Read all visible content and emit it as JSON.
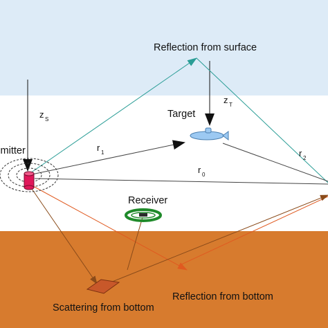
{
  "colors": {
    "surface_band": "#ddebf7",
    "seabed": "#d77b2e",
    "surface_ray": "#2a9d96",
    "bottom_ray": "#e05a20",
    "scatter_ray": "#8a4b1a",
    "target_body": "#9cc9f2",
    "source_body": "#e0175a",
    "receiver_ring": "#1f8a2a",
    "scatter_patch": "#c8582a"
  },
  "labels": {
    "surface": "Reflection from surface",
    "target": "Target",
    "transmitter": "Transmitter",
    "receiver": "Receiver",
    "bottom_reflection": "Reflection from bottom",
    "bottom_scatter": "Scattering from bottom",
    "z_s": "z",
    "z_s_sub": "S",
    "z_t": "z",
    "z_t_sub": "T",
    "r1": "r",
    "r1_sub": "1",
    "r2": "r",
    "r2_sub": "2",
    "r0": "r",
    "r0_sub": "0"
  }
}
